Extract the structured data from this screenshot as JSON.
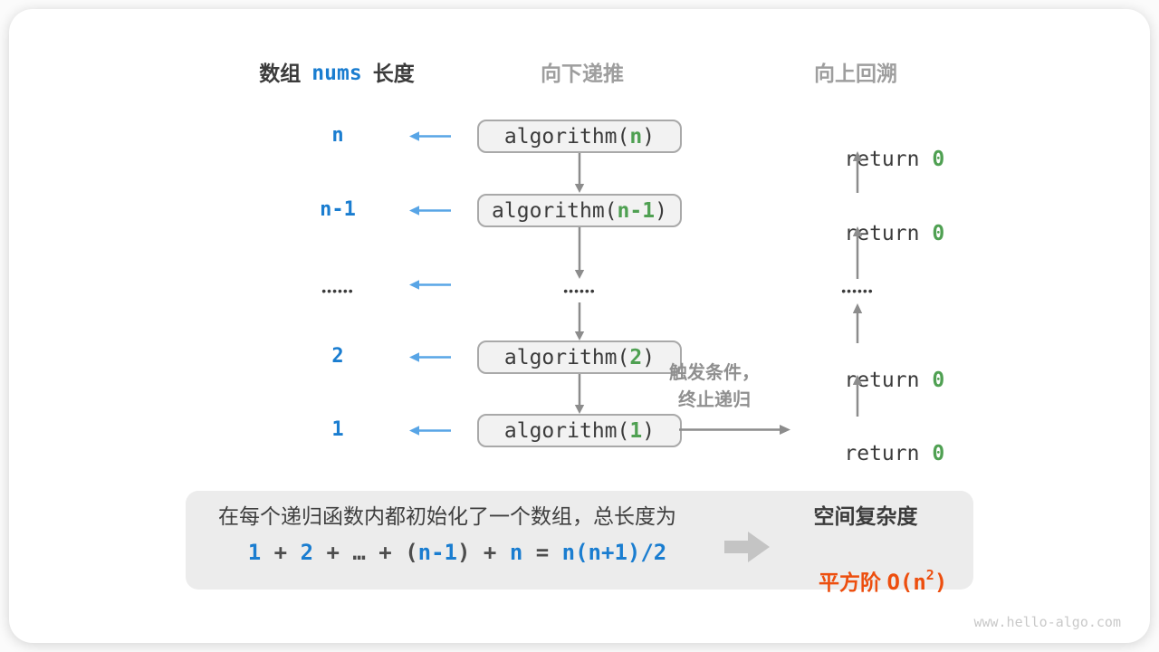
{
  "headers": {
    "array_label_prefix": "数组",
    "array_code": "nums",
    "array_label_suffix": "长度",
    "recurse_down": "向下递推",
    "backtrack_up": "向上回溯"
  },
  "rows": [
    {
      "label": "n",
      "call_pre": "algorithm(",
      "arg": "n",
      "call_post": ")",
      "ret_kw": "return ",
      "ret_val": "0"
    },
    {
      "label": "n-1",
      "call_pre": "algorithm(",
      "arg": "n-1",
      "call_post": ")",
      "ret_kw": "return ",
      "ret_val": "0"
    },
    {
      "dots": "••••••"
    },
    {
      "label": "2",
      "call_pre": "algorithm(",
      "arg": "2",
      "call_post": ")",
      "ret_kw": "return ",
      "ret_val": "0"
    },
    {
      "label": "1",
      "call_pre": "algorithm(",
      "arg": "1",
      "call_post": ")",
      "ret_kw": "return ",
      "ret_val": "0"
    }
  ],
  "trigger": {
    "line1": "触发条件，",
    "line2": "终止递归"
  },
  "summary": {
    "line1": "在每个递归函数内都初始化了一个数组，总长度为",
    "formula": [
      {
        "t": "1",
        "c": "blue"
      },
      {
        "t": " + ",
        "c": "gray"
      },
      {
        "t": "2",
        "c": "blue"
      },
      {
        "t": " + ",
        "c": "gray"
      },
      {
        "t": "…",
        "c": "gray"
      },
      {
        "t": " + ",
        "c": "gray"
      },
      {
        "t": "(",
        "c": "gray"
      },
      {
        "t": "n-1",
        "c": "blue"
      },
      {
        "t": ")",
        "c": "gray"
      },
      {
        "t": " + ",
        "c": "gray"
      },
      {
        "t": "n",
        "c": "blue"
      },
      {
        "t": " = ",
        "c": "gray"
      },
      {
        "t": "n(n+1)/2",
        "c": "blue"
      }
    ],
    "result_title": "空间复杂度",
    "result_cjk": "平方阶 ",
    "result_code_pre": "O(n",
    "result_sup": "2",
    "result_code_post": ")"
  },
  "watermark": "www.hello-algo.com",
  "colors": {
    "blue": "#1a7dd0",
    "lightblue": "#58a5e6",
    "green": "#4fa052",
    "orange": "#ed4e0e",
    "dark": "#3b3b3b",
    "graytext": "#9e9e9e",
    "arrowgray": "#8c8c8c",
    "boxfill": "#f2f2f2",
    "boxborder": "#a9a9a9",
    "panelbg": "#ececec"
  }
}
